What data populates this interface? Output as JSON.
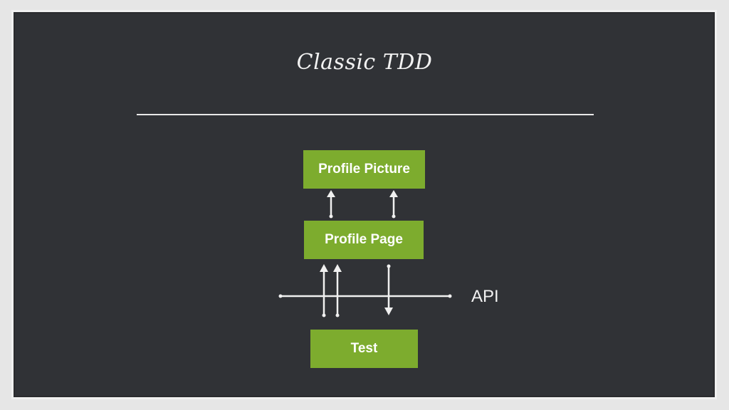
{
  "slide": {
    "title": "Classic TDD",
    "api_label": "API"
  },
  "boxes": {
    "profile_picture": "Profile Picture",
    "profile_page": "Profile Page",
    "test": "Test"
  },
  "colors": {
    "board": "#303236",
    "box": "#7dac2e",
    "text": "#f2f2f2"
  }
}
